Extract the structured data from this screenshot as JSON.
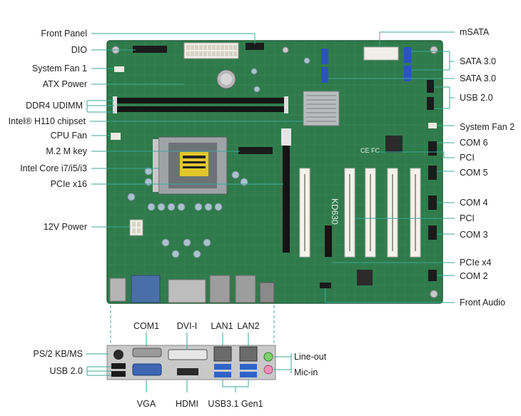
{
  "board": {
    "model": "KD630",
    "marks": "CE FC"
  },
  "labels_left": {
    "front_panel": "Front Panel",
    "dio": "DIO",
    "system_fan_1": "System Fan 1",
    "atx_power": "ATX Power",
    "ddr4_udimm": "DDR4 UDIMM",
    "chipset": "Intel® H110 chipset",
    "cpu_fan": "CPU Fan",
    "m2_m_key": "M.2 M key",
    "cpu": "Intel Core i7/i5/i3",
    "pcie_x16": "PCIe x16",
    "power_12v": "12V Power"
  },
  "labels_right": {
    "msata": "mSATA",
    "sata_3_0_a": "SATA 3.0",
    "sata_3_0_b": "SATA 3.0",
    "usb_2_0": "USB 2.0",
    "system_fan_2": "System Fan 2",
    "com6": "COM 6",
    "pci_a": "PCI",
    "com5": "COM 5",
    "com4": "COM 4",
    "pci_b": "PCI",
    "com3": "COM 3",
    "pcie_x4": "PCIe x4",
    "com2": "COM 2",
    "front_audio": "Front Audio"
  },
  "io_panel": {
    "com1": "COM1",
    "dvi_i": "DVI-I",
    "lan1": "LAN1",
    "lan2": "LAN2",
    "ps2": "PS/2 KB/MS",
    "usb20": "USB 2.0",
    "line_out": "Line-out",
    "mic_in": "Mic-in",
    "vga": "VGA",
    "hdmi": "HDMI",
    "usb31": "USB3.1 Gen1"
  },
  "colors": {
    "pcb": "#2f7a4a",
    "leader": "#3aa89a",
    "text": "#222222"
  }
}
